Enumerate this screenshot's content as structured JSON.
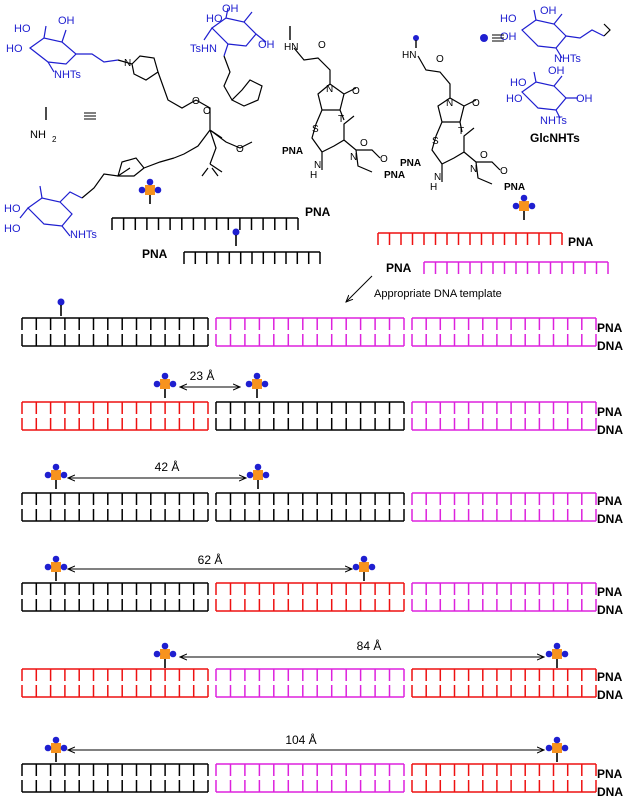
{
  "colors": {
    "black": "#000000",
    "red": "#ee1111",
    "magenta": "#dd22dd",
    "blue": "#1f1fd0",
    "orange": "#f7931e"
  },
  "structure": {
    "hoa": "HO",
    "oha": "OH",
    "nhts_a": "NHTs",
    "hob": "HO",
    "tshn": "TsHN",
    "ohb": "OH",
    "ohc": "OH",
    "hoc": "HO",
    "hod": "HO",
    "nhts_d": "NHTs",
    "hoe": "HO",
    "nh2": "NH",
    "nh2_sub": "2",
    "hn1": "HN",
    "o1": "O",
    "o2": "O",
    "n1": "N",
    "s1": "S",
    "t1": "T",
    "o3": "O",
    "n2": "N",
    "o4": "O",
    "pna1": "PNA",
    "h1": "H",
    "n3": "N",
    "pna2": "PNA",
    "hn2": "HN",
    "o5": "O",
    "o6": "O",
    "n4": "N",
    "s2": "S",
    "t2": "T",
    "o7": "O",
    "n5": "N",
    "o8": "O",
    "pna3": "PNA",
    "h2": "H",
    "n6": "N",
    "pna4": "PNA",
    "hof": "HO",
    "ohf": "OH",
    "ohg": "OH",
    "nhts_f": "NHTs",
    "hoh": "HO",
    "ohh": "OH",
    "ohi": "OH",
    "hoi": "HO",
    "nhts_i": "NHTs",
    "glcnhts": "GlcNHTs",
    "o_tri": "O"
  },
  "labels": {
    "pna_top": "PNA",
    "pna_mid": "PNA",
    "pna_red": "PNA",
    "pna_mag": "PNA",
    "template": "Appropriate DNA template"
  },
  "rows": [
    {
      "pna": "PNA",
      "dna": "DNA",
      "distance": ""
    },
    {
      "pna": "PNA",
      "dna": "DNA",
      "distance": "23 Å"
    },
    {
      "pna": "PNA",
      "dna": "DNA",
      "distance": "42 Å"
    },
    {
      "pna": "PNA",
      "dna": "DNA",
      "distance": "62 Å"
    },
    {
      "pna": "PNA",
      "dna": "DNA",
      "distance": "84 Å"
    },
    {
      "pna": "PNA",
      "dna": "DNA",
      "distance": "104 Å"
    }
  ]
}
